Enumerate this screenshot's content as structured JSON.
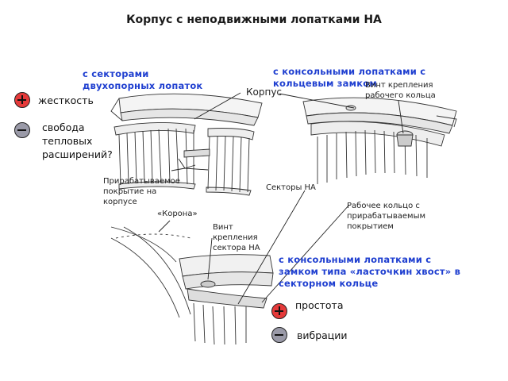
{
  "title": "Корпус с неподвижными лопатками НА",
  "variants": [
    {
      "heading": "с секторами двухопорных лопаток"
    },
    {
      "heading": "с консольными лопатками с кольцевым замком"
    },
    {
      "heading": "с консольными лопатками с замком типа «ласточкин хвост» в секторном кольце"
    }
  ],
  "pros_cons_1": {
    "plus": "жесткость",
    "minus": "свобода тепловых расширений?"
  },
  "pros_cons_3": {
    "plus": "простота",
    "minus": "вибрации"
  },
  "callouts": {
    "korpus": "Корпус",
    "coating": "Прирабатываемое покрытие на корпусе",
    "screw_ring": "Винт крепления рабочего кольца",
    "sectors": "Секторы НА",
    "work_ring": "Рабочее кольцо с прирабатываемым покрытием",
    "corona": "«Корона»",
    "screw_sector": "Винт крепления сектора НА"
  },
  "icons": {
    "plus": "plus-sign-icon",
    "minus": "minus-sign-icon",
    "plus_color": "#e53a3a",
    "minus_color": "#9a9aa8",
    "heading_color": "#1f3fd0"
  }
}
